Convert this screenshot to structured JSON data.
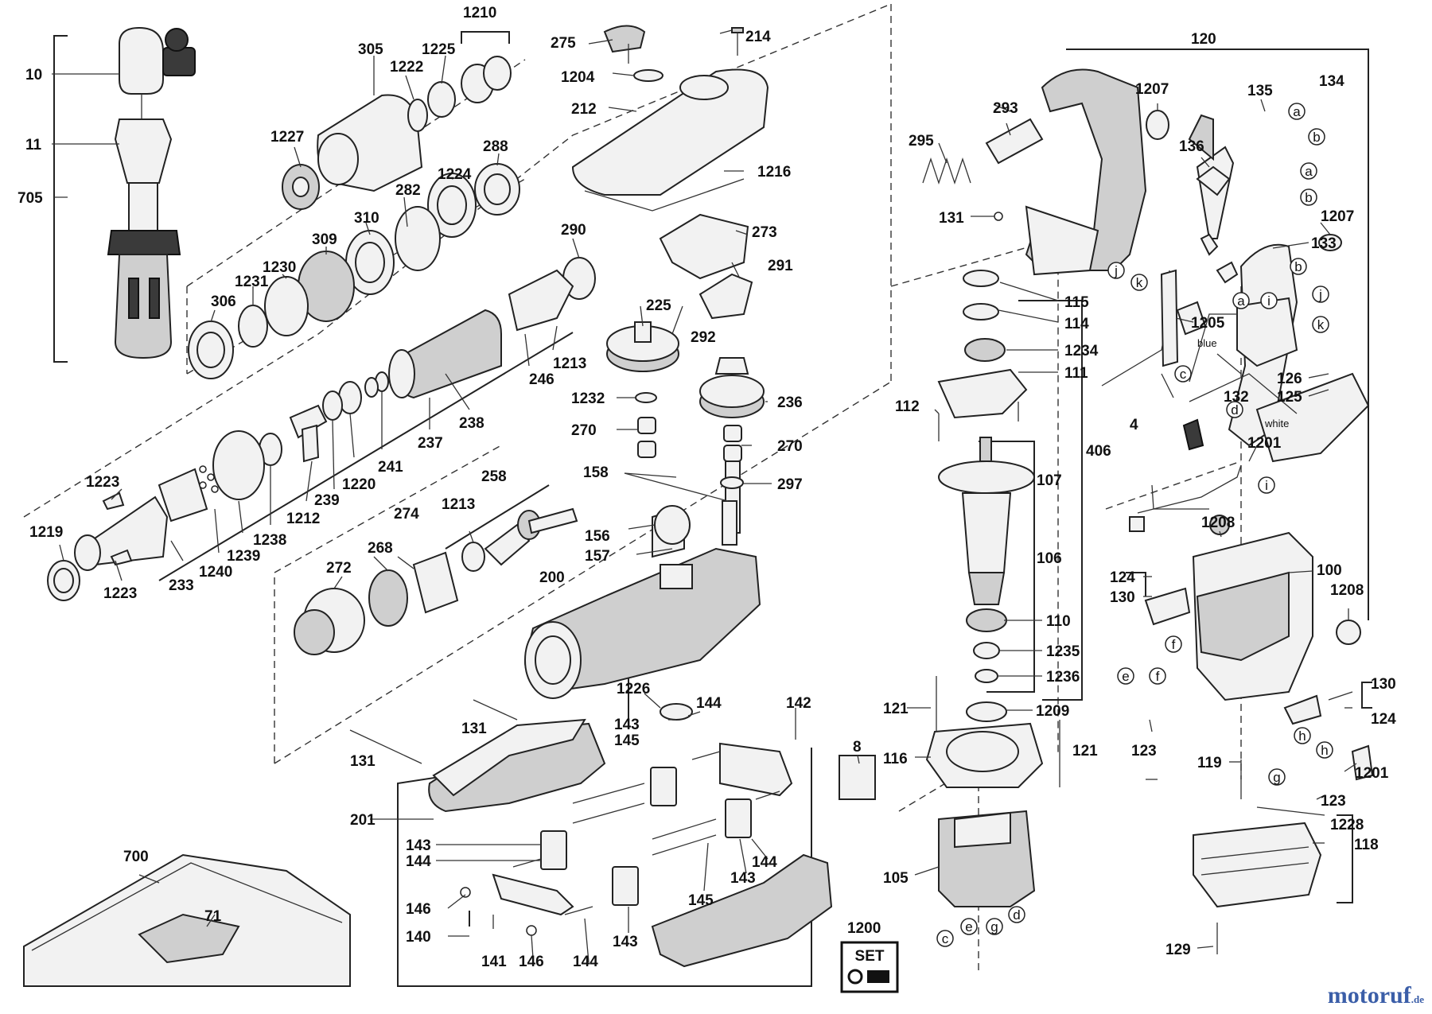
{
  "labels": {
    "l10": "10",
    "l11": "11",
    "l705": "705",
    "l305": "305",
    "l1227": "1227",
    "l1222": "1222",
    "l1225": "1225",
    "l1210": "1210",
    "l288": "288",
    "l282": "282",
    "l1224": "1224",
    "l310": "310",
    "l309": "309",
    "l1230": "1230",
    "l1231": "1231",
    "l306": "306",
    "l290": "290",
    "l1213a": "1213",
    "l246": "246",
    "l238": "238",
    "l237": "237",
    "l1223a": "1223",
    "l1223b": "1223",
    "l1219": "1219",
    "l233": "233",
    "l1240": "1240",
    "l1239": "1239",
    "l1238": "1238",
    "l1212": "1212",
    "l239": "239",
    "l1220": "1220",
    "l241": "241",
    "l258": "258",
    "l1213b": "1213",
    "l274": "274",
    "l268": "268",
    "l272": "272",
    "l200": "200",
    "l156": "156",
    "l157": "157",
    "l158": "158",
    "l275": "275",
    "l214": "214",
    "l1204": "1204",
    "l212": "212",
    "l1216": "1216",
    "l273": "273",
    "l291": "291",
    "l225": "225",
    "l292": "292",
    "l1232": "1232",
    "l236": "236",
    "l270a": "270",
    "l270b": "270",
    "l297": "297",
    "l1226": "1226",
    "l144a": "144",
    "l142": "142",
    "l131a": "131",
    "l131b": "131",
    "l143a": "143",
    "l145a": "145",
    "l201": "201",
    "l8": "8",
    "l143b": "143",
    "l144b": "144",
    "l146a": "146",
    "l140": "140",
    "l141": "141",
    "l146b": "146",
    "l144c": "144",
    "l143c": "143",
    "l145b": "145",
    "l144d": "144",
    "l143d": "143",
    "l700": "700",
    "l71": "71",
    "l1200": "1200",
    "l295": "295",
    "l293": "293",
    "l131c": "131",
    "l120": "120",
    "l1207a": "1207",
    "l135": "135",
    "l134": "134",
    "l136": "136",
    "l1207b": "1207",
    "l133": "133",
    "l115": "115",
    "l114": "114",
    "l1234": "1234",
    "l111": "111",
    "l112": "112",
    "l107": "107",
    "l106": "106",
    "l110": "110",
    "l1235": "1235",
    "l1236": "1236",
    "l406": "406",
    "l121a": "121",
    "l1209": "1209",
    "l116": "116",
    "l121b": "121",
    "l105": "105",
    "l1205": "1205",
    "l4": "4",
    "l132": "132",
    "l126": "126",
    "l125": "125",
    "l1201a": "1201",
    "l1208a": "1208",
    "l100": "100",
    "l1208b": "1208",
    "l124a": "124",
    "l130a": "130",
    "l130b": "130",
    "l124b": "124",
    "l123a": "123",
    "l119": "119",
    "l1201b": "1201",
    "l123b": "123",
    "l1228": "1228",
    "l118": "118",
    "l129": "129"
  },
  "letters": {
    "a1": "a",
    "b1": "b",
    "a2": "a",
    "b2": "b",
    "j1": "j",
    "k1": "k",
    "a3": "a",
    "i1": "i",
    "b3": "b",
    "j2": "j",
    "k2": "k",
    "c1": "c",
    "d1": "d",
    "i2": "i",
    "f1": "f",
    "e1": "e",
    "f2": "f",
    "h1": "h",
    "h2": "h",
    "g1": "g",
    "c2": "c",
    "e2": "e",
    "g2": "g",
    "d2": "d"
  },
  "wires": {
    "blue": "blue",
    "white": "white"
  },
  "set_badge": "SET",
  "watermark": {
    "main": "motoruf",
    "tld": ".de"
  },
  "colors": {
    "watermark_blue": "#3b5ea8",
    "watermark_red": "#e0402a"
  },
  "icons": [
    "set-badge-icon",
    "motoruf-logo"
  ]
}
